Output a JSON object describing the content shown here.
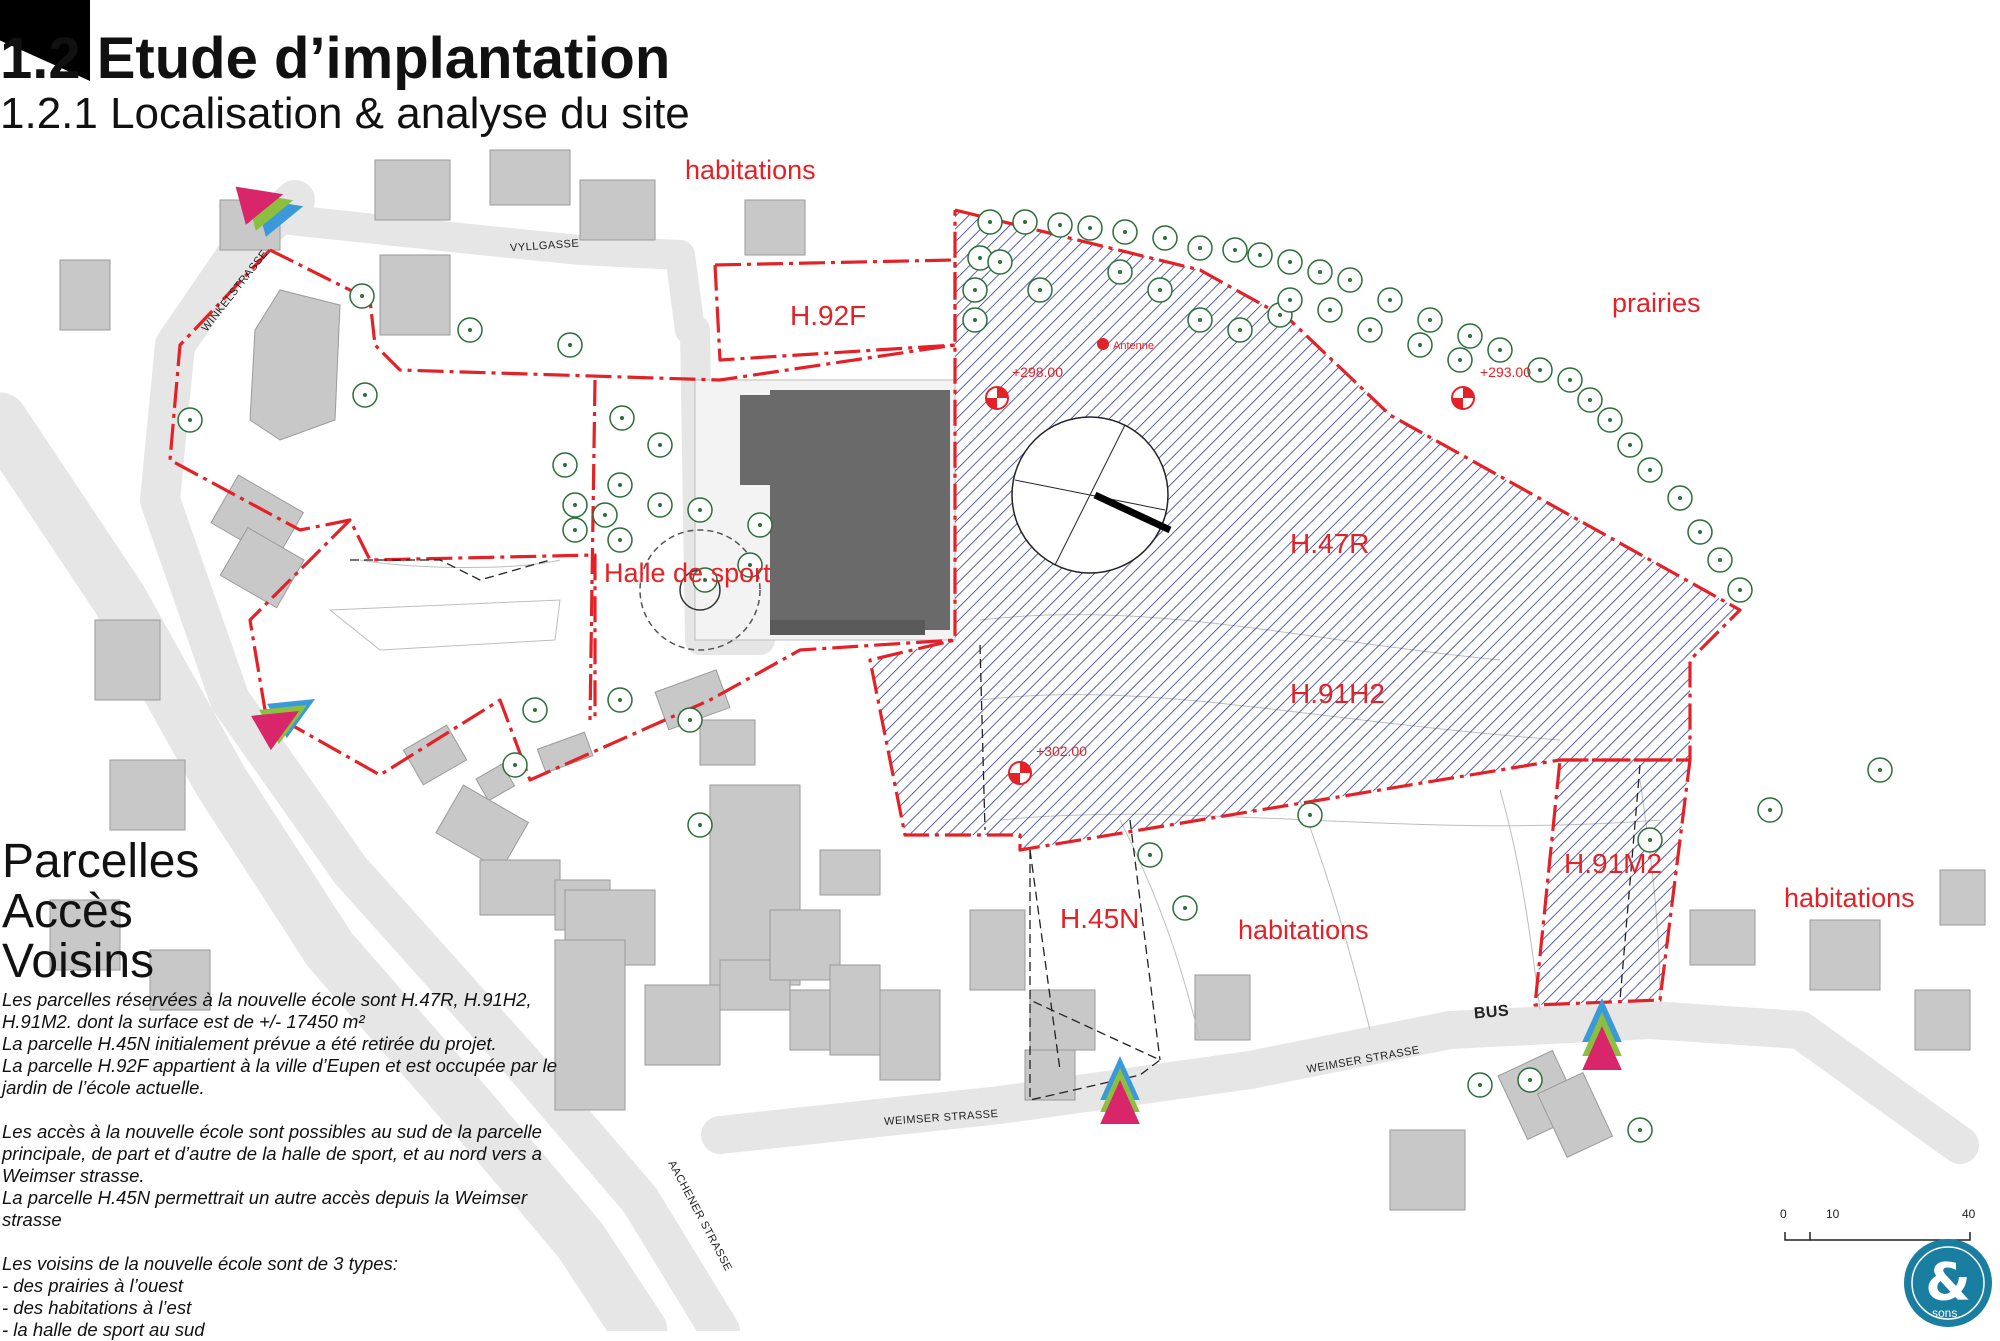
{
  "header": {
    "title": "1.2 Etude d’implantation",
    "subtitle": "1.2.1 Localisation & analyse du site"
  },
  "legend": {
    "headings": [
      "Parcelles",
      "Accès",
      "Voisins"
    ],
    "paragraphs": [
      "Les parcelles réservées à la nouvelle école sont H.47R, H.91H2,",
      "H.91M2. dont la surface est de +/- 17450 m²",
      "La parcelle H.45N initialement prévue a été retirée du projet.",
      "La parcelle H.92F appartient à la ville d’Eupen et est occupée par le",
      "jardin de l’école actuelle.",
      "",
      "Les accès à la nouvelle école sont possibles au sud de la parcelle",
      "principale, de part et d’autre de la halle de sport, et au nord vers a",
      "Weimser strasse.",
      "La parcelle H.45N permettrait un autre accès depuis la Weimser",
      "strasse",
      "",
      "Les voisins de la nouvelle école sont de 3 types:",
      "- des prairies à l’ouest",
      "- des habitations à l’est",
      "- la halle de sport au sud"
    ]
  },
  "map": {
    "parcels": [
      "H.92F",
      "H.47R",
      "H.91H2",
      "H.91M2",
      "H.45N"
    ],
    "areas": {
      "habitations_north": "habitations",
      "prairies": "prairies",
      "halle": "Halle de sport",
      "habitations_south": "habitations",
      "habitations_east": "habitations"
    },
    "streets": {
      "vyllgasse": "VYLLGASSE",
      "winkelstrasse": "WINKELSTRASSE",
      "weimser_1": "WEIMSER STRASSE",
      "weimser_2": "WEIMSER STRASSE",
      "aachener": "AACHENER STRASSE",
      "bus": "BUS"
    },
    "elevations": [
      "+298.00",
      "+293.00",
      "+302.00"
    ],
    "antenna": "Antenne",
    "scale": {
      "labels": [
        "0",
        "10",
        "40"
      ]
    },
    "colors": {
      "parcel_line": "#e42127",
      "hatch": "#2e3d96",
      "access_blue": "#3a9ad9",
      "access_green": "#8dbf3f",
      "access_pink": "#d9256a",
      "building": "#c8c8c8",
      "sports_hall": "#6a6a6a"
    }
  },
  "logo": {
    "text": "sons",
    "icon": "ampersand-logo-icon",
    "color": "#1a7ea0"
  }
}
